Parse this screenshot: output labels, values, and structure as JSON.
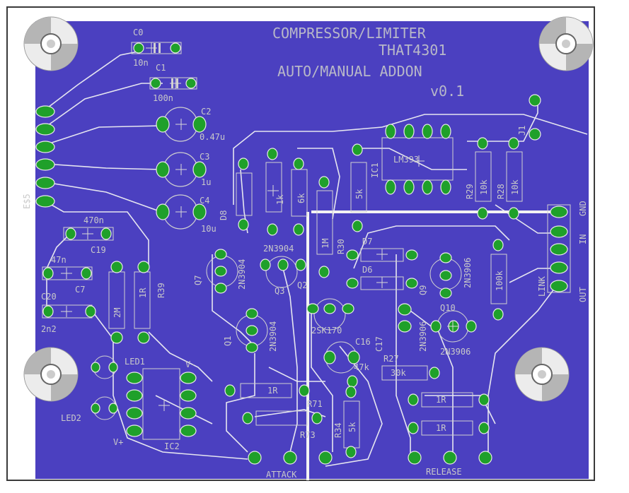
{
  "board": {
    "title_lines": [
      "COMPRESSOR/LIMITER",
      "THAT4301",
      "AUTO/MANUAL ADDON",
      "v0.1"
    ],
    "colors": {
      "background": "#ffffff",
      "outline": "#3a3a3a",
      "copper": "#4b40c0",
      "trace": "#e6e6f0",
      "pad": "#1fa02a",
      "silk": "#c9c9c9"
    }
  },
  "labels": [
    {
      "id": "c0",
      "text": "C0"
    },
    {
      "id": "c0v",
      "text": "10n"
    },
    {
      "id": "c1",
      "text": "C1"
    },
    {
      "id": "c1v",
      "text": "100n"
    },
    {
      "id": "c2",
      "text": "C2"
    },
    {
      "id": "c2v",
      "text": "0.47u"
    },
    {
      "id": "c3",
      "text": "C3"
    },
    {
      "id": "c3v",
      "text": "1u"
    },
    {
      "id": "c4",
      "text": "C4"
    },
    {
      "id": "c4v",
      "text": "10u"
    },
    {
      "id": "c19v",
      "text": "470n"
    },
    {
      "id": "c19",
      "text": "C19"
    },
    {
      "id": "c7v",
      "text": "47n"
    },
    {
      "id": "c7",
      "text": "C7"
    },
    {
      "id": "c20",
      "text": "C20"
    },
    {
      "id": "c20v",
      "text": "2n2"
    },
    {
      "id": "r39",
      "text": "R39"
    },
    {
      "id": "r39v",
      "text": "1R"
    },
    {
      "id": "r33v",
      "text": "2M"
    },
    {
      "id": "led1",
      "text": "LED1"
    },
    {
      "id": "led2",
      "text": "LED2"
    },
    {
      "id": "ic2",
      "text": "IC2"
    },
    {
      "id": "vplus",
      "text": "V+"
    },
    {
      "id": "vminus",
      "text": "V-"
    },
    {
      "id": "es5",
      "text": "E$5"
    },
    {
      "id": "q7",
      "text": "Q7"
    },
    {
      "id": "q1",
      "text": "Q1"
    },
    {
      "id": "q2",
      "text": "Q2"
    },
    {
      "id": "q3",
      "text": "Q3"
    },
    {
      "id": "q9",
      "text": "Q9"
    },
    {
      "id": "q10",
      "text": "Q10"
    },
    {
      "id": "n3904a",
      "text": "2N3904"
    },
    {
      "id": "n3904b",
      "text": "2N3904"
    },
    {
      "id": "n3904c",
      "text": "2N3904"
    },
    {
      "id": "n3906a",
      "text": "2N3906"
    },
    {
      "id": "n3906b",
      "text": "2N3906"
    },
    {
      "id": "n3906c",
      "text": "2N3906"
    },
    {
      "id": "k170",
      "text": "2SK170"
    },
    {
      "id": "ic1",
      "text": "IC1"
    },
    {
      "id": "lm393",
      "text": "LM393"
    },
    {
      "id": "r29",
      "text": "R29"
    },
    {
      "id": "r29v",
      "text": "10k"
    },
    {
      "id": "r28",
      "text": "R28"
    },
    {
      "id": "r28v",
      "text": "10k"
    },
    {
      "id": "r30",
      "text": "R30"
    },
    {
      "id": "j1",
      "text": "J1"
    },
    {
      "id": "d8",
      "text": "D8"
    },
    {
      "id": "d7",
      "text": "D7"
    },
    {
      "id": "d6",
      "text": "D6"
    },
    {
      "id": "c16",
      "text": "C16"
    },
    {
      "id": "c17",
      "text": "C17"
    },
    {
      "id": "r27",
      "text": "R27"
    },
    {
      "id": "r71",
      "text": "R71"
    },
    {
      "id": "r73",
      "text": "R73"
    },
    {
      "id": "r34",
      "text": "R34"
    },
    {
      "id": "r34v",
      "text": "5k"
    },
    {
      "id": "r1v",
      "text": "1k"
    },
    {
      "id": "r6v",
      "text": "6k"
    },
    {
      "id": "r5v",
      "text": "5k"
    },
    {
      "id": "r1mv",
      "text": "1M"
    },
    {
      "id": "r47kv",
      "text": "47k"
    },
    {
      "id": "r30kv",
      "text": "30k"
    },
    {
      "id": "r100kv",
      "text": "100k"
    },
    {
      "id": "r1r",
      "text": "1R"
    },
    {
      "id": "r1ra",
      "text": "1R"
    },
    {
      "id": "r1rb",
      "text": "1R"
    },
    {
      "id": "attack",
      "text": "ATTACK"
    },
    {
      "id": "release",
      "text": "RELEASE"
    },
    {
      "id": "link",
      "text": "LINK"
    },
    {
      "id": "out",
      "text": "OUT"
    },
    {
      "id": "in",
      "text": "IN"
    },
    {
      "id": "gnd",
      "text": "GND"
    }
  ]
}
